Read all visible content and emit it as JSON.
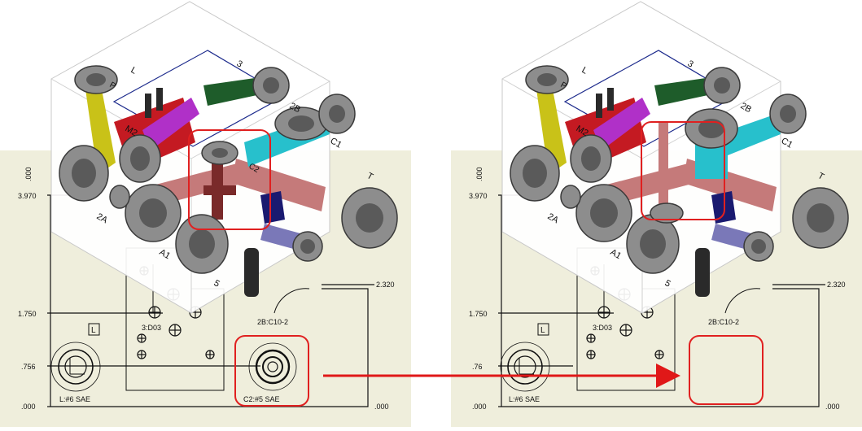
{
  "before": {
    "dims": {
      "top": ".000",
      "y3970": "3.970",
      "y1750": "1.750",
      "y756": ".756",
      "y000": ".000",
      "y2320": "2.320",
      "x000": ".000"
    },
    "ports": {
      "L_top": "L",
      "n3": "3",
      "n2B": "2B",
      "C1": "C1",
      "T": "T",
      "n2A": "2A",
      "A1": "A1",
      "n5": "5",
      "M2": "M2",
      "C2iso": "C2",
      "P": "P"
    },
    "labels": {
      "box_L": "L",
      "cav_3": "3:D03",
      "cav_2B": "2B:C10-2",
      "port_L": "L:#6 SAE",
      "port_C2": "C2:#5 SAE"
    }
  },
  "after": {
    "dims": {
      "top": ".000",
      "y3970": "3.970",
      "y1750": "1.750",
      "y756": ".76",
      "y000": ".000",
      "y2320": "2.320",
      "x000": ".000"
    },
    "ports": {
      "L_top": "L",
      "n3": "3",
      "n2B": "2B",
      "C1": "C1",
      "T": "T",
      "n2A": "2A",
      "A1": "A1",
      "n5": "5",
      "M2": "M2",
      "P": "P"
    },
    "labels": {
      "box_L": "L",
      "cav_3": "3:D03",
      "cav_2B": "2B:C10-2",
      "port_L": "L:#6 SAE"
    }
  },
  "colors": {
    "sheet": "#efeedc",
    "highlight": "#e02020",
    "arrow": "#e01818",
    "outline_blue": "#1c2a8c",
    "yellow": "#c9c218",
    "red": "#c41a22",
    "magenta": "#b030c8",
    "cyan": "#27c0cc",
    "rose": "#c57a7a",
    "darkred": "#7a2a2a",
    "green": "#1e5c2a",
    "navy": "#1a1a70",
    "lavender": "#7a78b8",
    "gray": "#8d8d8d"
  }
}
